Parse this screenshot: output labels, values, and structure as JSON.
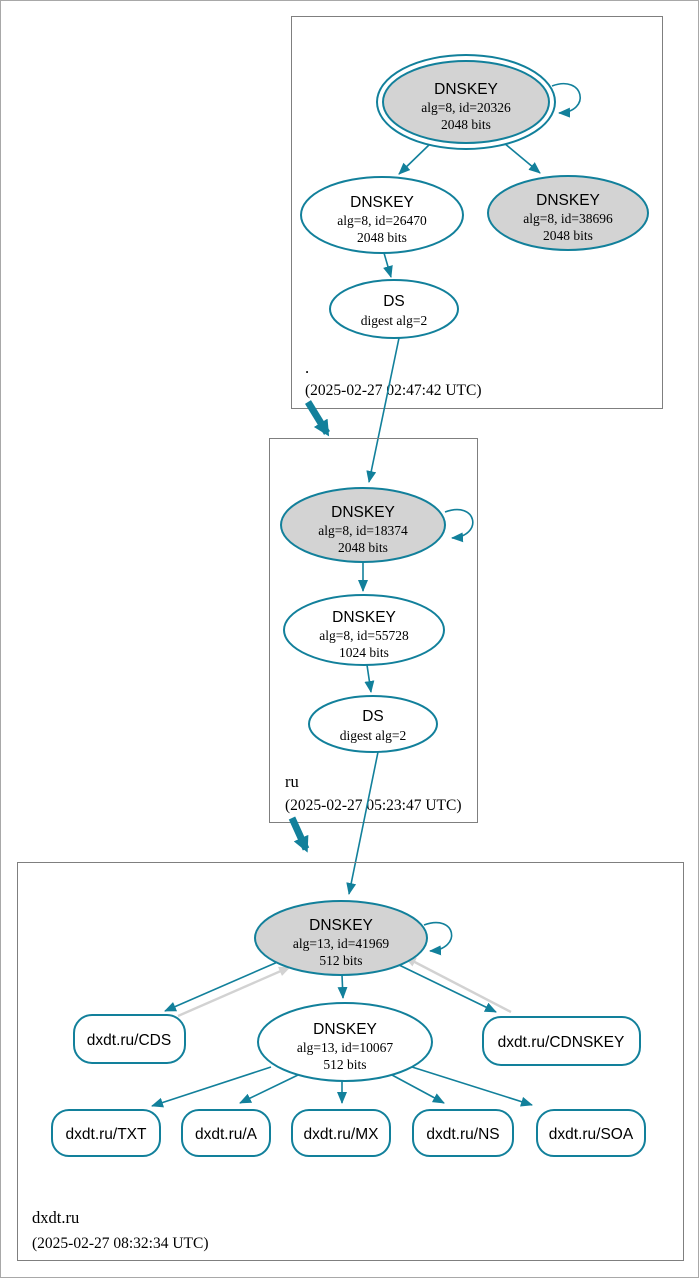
{
  "colors": {
    "secure_teal": "#12809b",
    "key_fill_gray": "#d3d3d3",
    "zone_border_gray": "#7f7f7f",
    "inactive_arrow_gray": "#d2d2d2"
  },
  "zones": {
    "root": {
      "label": ".",
      "timestamp": "(2025-02-27 02:47:42 UTC)",
      "ksk": {
        "title": "DNSKEY",
        "meta": "alg=8, id=20326",
        "size": "2048 bits"
      },
      "zsk": {
        "title": "DNSKEY",
        "meta": "alg=8, id=26470",
        "size": "2048 bits"
      },
      "standby": {
        "title": "DNSKEY",
        "meta": "alg=8, id=38696",
        "size": "2048 bits"
      },
      "ds": {
        "title": "DS",
        "meta": "digest alg=2"
      }
    },
    "ru": {
      "label": "ru",
      "timestamp": "(2025-02-27 05:23:47 UTC)",
      "ksk": {
        "title": "DNSKEY",
        "meta": "alg=8, id=18374",
        "size": "2048 bits"
      },
      "zsk": {
        "title": "DNSKEY",
        "meta": "alg=8, id=55728",
        "size": "1024 bits"
      },
      "ds": {
        "title": "DS",
        "meta": "digest alg=2"
      }
    },
    "dxdt": {
      "label": "dxdt.ru",
      "timestamp": "(2025-02-27 08:32:34 UTC)",
      "ksk": {
        "title": "DNSKEY",
        "meta": "alg=13, id=41969",
        "size": "512 bits"
      },
      "zsk": {
        "title": "DNSKEY",
        "meta": "alg=13, id=10067",
        "size": "512 bits"
      },
      "cds": "dxdt.ru/CDS",
      "cdnskey": "dxdt.ru/CDNSKEY",
      "rrsets": [
        "dxdt.ru/TXT",
        "dxdt.ru/A",
        "dxdt.ru/MX",
        "dxdt.ru/NS",
        "dxdt.ru/SOA"
      ]
    }
  }
}
